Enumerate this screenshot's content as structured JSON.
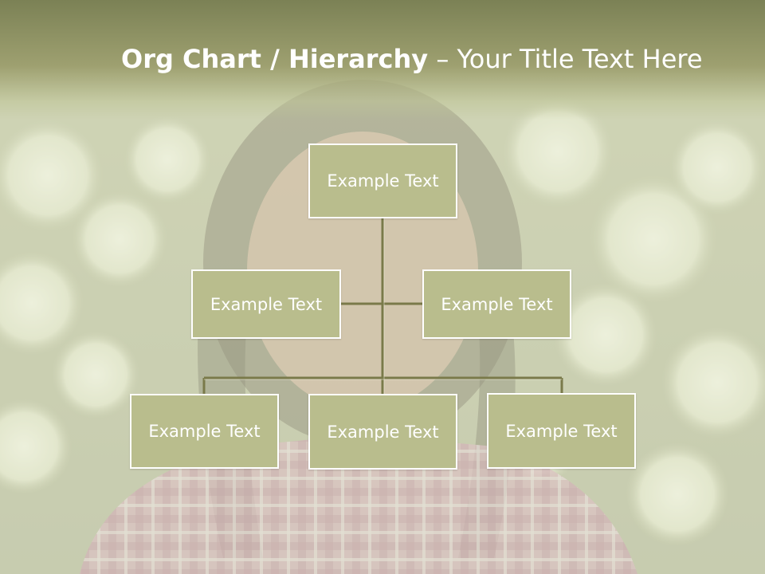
{
  "title": {
    "bold_part": "Org Chart / Hierarchy",
    "separator": "–",
    "subtitle": "Your Title Text Here"
  },
  "org_chart": {
    "root": {
      "label": "Example Text"
    },
    "assistants": [
      {
        "label": "Example Text"
      },
      {
        "label": "Example Text"
      }
    ],
    "children": [
      {
        "label": "Example Text"
      },
      {
        "label": "Example Text"
      },
      {
        "label": "Example Text"
      }
    ]
  },
  "colors": {
    "title_bar": "#8d9262",
    "node_fill": "#b9bd8d",
    "node_border": "#ffffff",
    "connector": "#7a7a4a",
    "text": "#ffffff"
  },
  "background_photo": "smiling-girl-pink-plaid-shirt-white-flowers"
}
